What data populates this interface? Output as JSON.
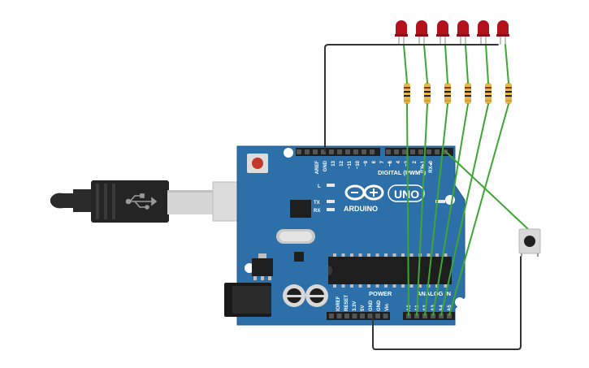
{
  "board": {
    "header_digital": "DIGITAL (PWM~)",
    "header_power": "POWER",
    "header_analog": "ANALOG IN",
    "brand": "ARDUINO",
    "model": "UNO",
    "on_label": "ON",
    "led_l": "L",
    "led_tx": "TX",
    "led_rx": "RX",
    "digital_pins": [
      "AREF",
      "GND",
      "13",
      "12",
      "~11",
      "~10",
      "~9",
      "8",
      "7",
      "~6",
      "~5",
      "4",
      "~3",
      "2",
      "TX▸1",
      "RX◂0"
    ],
    "power_pins": [
      "IOREF",
      "RESET",
      "3.3V",
      "5V",
      "GND",
      "GND",
      "Vin"
    ],
    "analog_pins": [
      "A0",
      "A1",
      "A2",
      "A3",
      "A4",
      "A5"
    ]
  },
  "components": {
    "led_count": 6,
    "resistor_count": 6,
    "led_color": "#b3121c",
    "resistor_color": "#e8b34a",
    "wire_green": "#3aa832",
    "wire_black": "#333333",
    "board_color": "#2d6fa8"
  }
}
